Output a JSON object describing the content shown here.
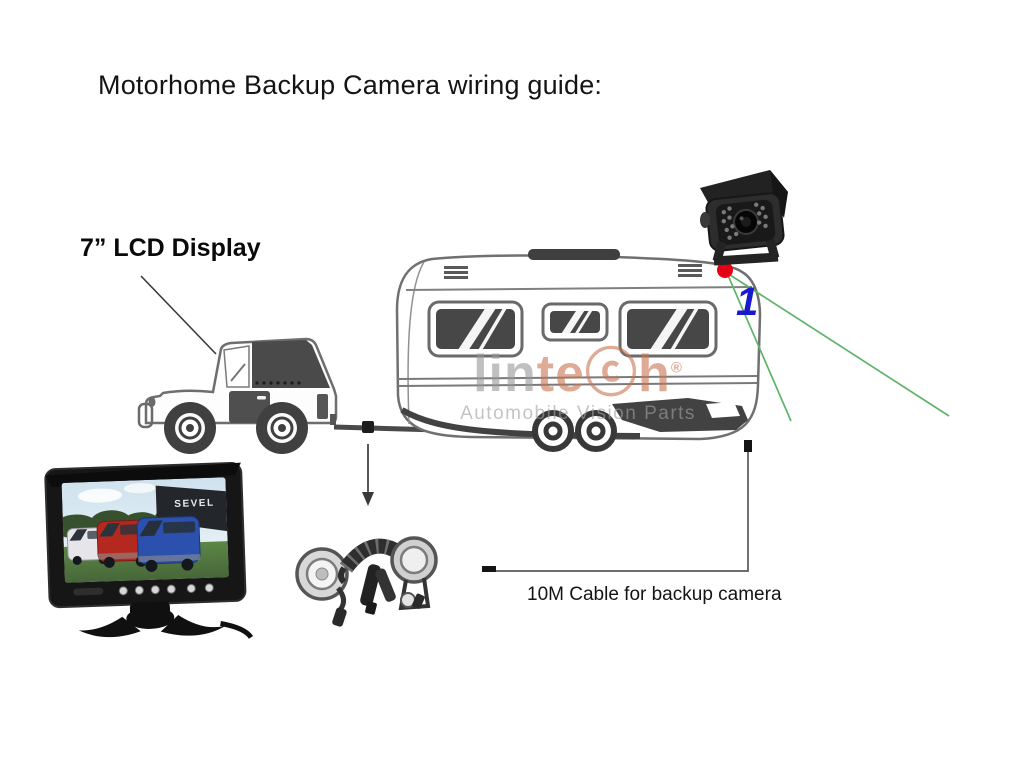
{
  "page": {
    "title": "Motorhome Backup Camera wiring guide:",
    "background_color": "#ffffff"
  },
  "annotations": {
    "display_label": "7” LCD Display",
    "camera_point_number": "1",
    "cable_label": "10M Cable for backup camera"
  },
  "watermark": {
    "brand_part1": "lin",
    "brand_part2": "te",
    "brand_part3": "ⓒ",
    "brand_part4": "h",
    "registered_mark": "®",
    "tagline": "Automobile Vision Parts"
  },
  "monitor": {
    "screen_sign_text": "SEVEL"
  },
  "colors": {
    "marker_red": "#e60013",
    "callout_blue": "#1a1acc",
    "fov_line_green": "#5eb469",
    "diagram_gray": "#707070"
  }
}
